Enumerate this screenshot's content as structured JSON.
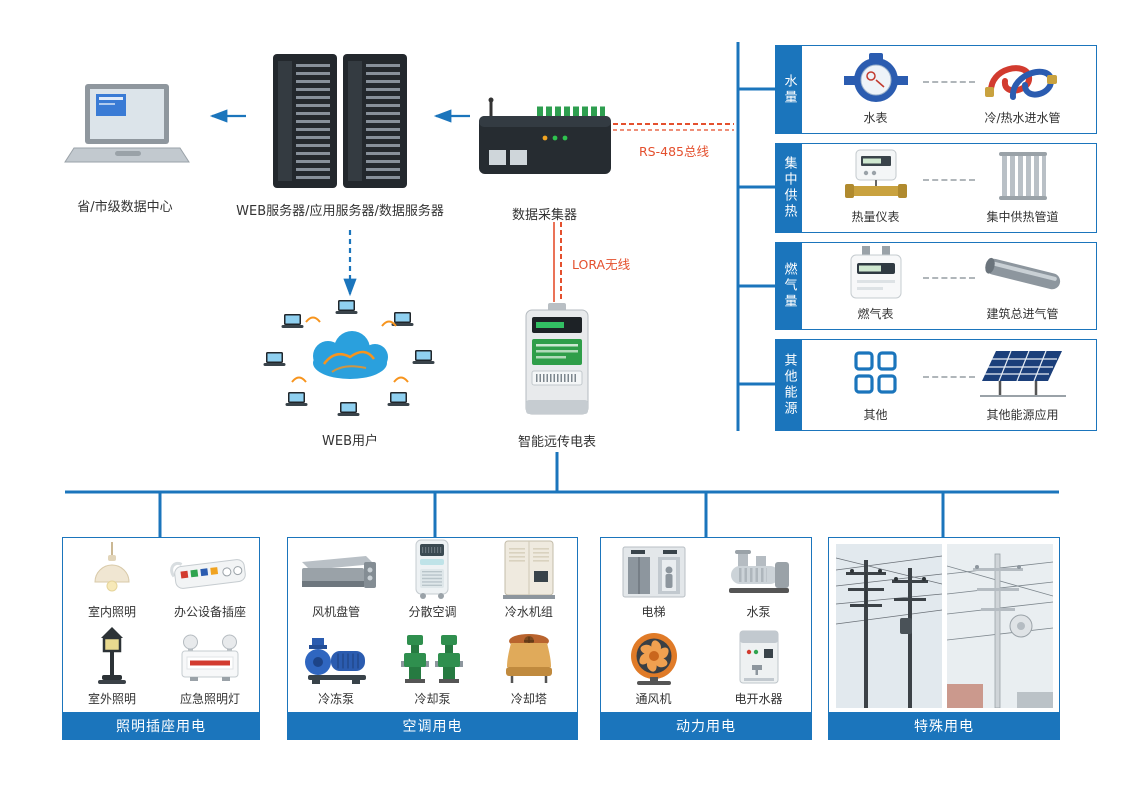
{
  "colors": {
    "primary_blue": "#1b75bc",
    "accent_red": "#e4502e"
  },
  "top_flow": {
    "datacenter": {
      "label": "省/市级数据中心",
      "icon": "laptop-icon"
    },
    "servers": {
      "label": "WEB服务器/应用服务器/数据服务器",
      "icon": "server-rack-icon"
    },
    "collector": {
      "label": "数据采集器",
      "icon": "data-collector-icon"
    },
    "web_users": {
      "label": "WEB用户",
      "icon": "cloud-network-icon"
    },
    "smart_meter": {
      "label": "智能远传电表",
      "icon": "smart-meter-icon"
    },
    "rs485_bus": {
      "label": "RS-485总线"
    },
    "lora": {
      "label": "LORA无线"
    }
  },
  "right_panels": [
    {
      "category": "水量",
      "items": [
        {
          "label": "水表",
          "icon": "water-meter-icon"
        },
        {
          "label": "冷/热水进水管",
          "icon": "water-hoses-icon"
        }
      ]
    },
    {
      "category": "集中供热",
      "items": [
        {
          "label": "热量仪表",
          "icon": "heat-meter-icon"
        },
        {
          "label": "集中供热管道",
          "icon": "radiator-icon"
        }
      ]
    },
    {
      "category": "燃气量",
      "items": [
        {
          "label": "燃气表",
          "icon": "gas-meter-icon"
        },
        {
          "label": "建筑总进气管",
          "icon": "gas-pipe-icon"
        }
      ]
    },
    {
      "category": "其他能源",
      "items": [
        {
          "label": "其他",
          "icon": "grid-squares-icon"
        },
        {
          "label": "其他能源应用",
          "icon": "solar-panel-icon"
        }
      ]
    }
  ],
  "bottom_panels": [
    {
      "title": "照明插座用电",
      "items": [
        {
          "label": "室内照明",
          "icon": "pendant-lamp-icon"
        },
        {
          "label": "办公设备插座",
          "icon": "power-strip-icon"
        },
        {
          "label": "室外照明",
          "icon": "garden-lamp-icon"
        },
        {
          "label": "应急照明灯",
          "icon": "emergency-light-icon"
        }
      ]
    },
    {
      "title": "空调用电",
      "items": [
        {
          "label": "风机盘管",
          "icon": "fan-coil-icon"
        },
        {
          "label": "分散空调",
          "icon": "portable-ac-icon"
        },
        {
          "label": "冷水机组",
          "icon": "chiller-icon"
        },
        {
          "label": "冷冻泵",
          "icon": "chilled-water-pump-icon"
        },
        {
          "label": "冷却泵",
          "icon": "cooling-pump-icon"
        },
        {
          "label": "冷却塔",
          "icon": "cooling-tower-icon"
        }
      ]
    },
    {
      "title": "动力用电",
      "items": [
        {
          "label": "电梯",
          "icon": "elevator-icon"
        },
        {
          "label": "水泵",
          "icon": "water-pump-icon"
        },
        {
          "label": "通风机",
          "icon": "ventilation-fan-icon"
        },
        {
          "label": "电开水器",
          "icon": "electric-boiler-icon"
        }
      ]
    },
    {
      "title": "特殊用电",
      "items": [
        {
          "icon": "power-lines-photo"
        },
        {
          "icon": "power-tower-photo"
        }
      ]
    }
  ]
}
